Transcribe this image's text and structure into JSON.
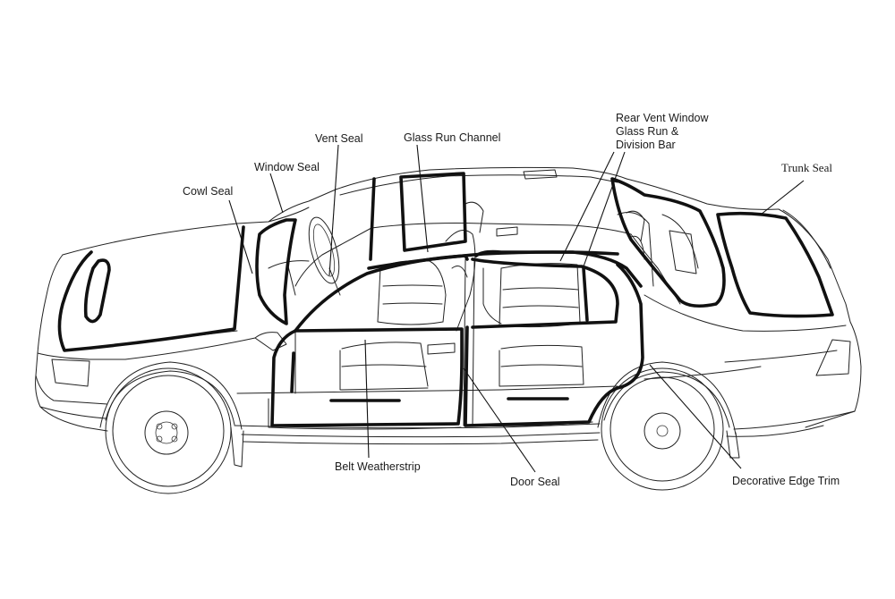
{
  "labels": {
    "cowl_seal": "Cowl Seal",
    "window_seal": "Window Seal",
    "vent_seal": "Vent Seal",
    "glass_run_channel": "Glass Run Channel",
    "rear_vent_line1": "Rear Vent Window",
    "rear_vent_line2": "Glass Run &",
    "rear_vent_line3": "Division Bar",
    "trunk_seal": "Trunk Seal",
    "belt_weatherstrip": "Belt Weatherstrip",
    "door_seal": "Door Seal",
    "decorative_edge_trim": "Decorative Edge Trim"
  }
}
